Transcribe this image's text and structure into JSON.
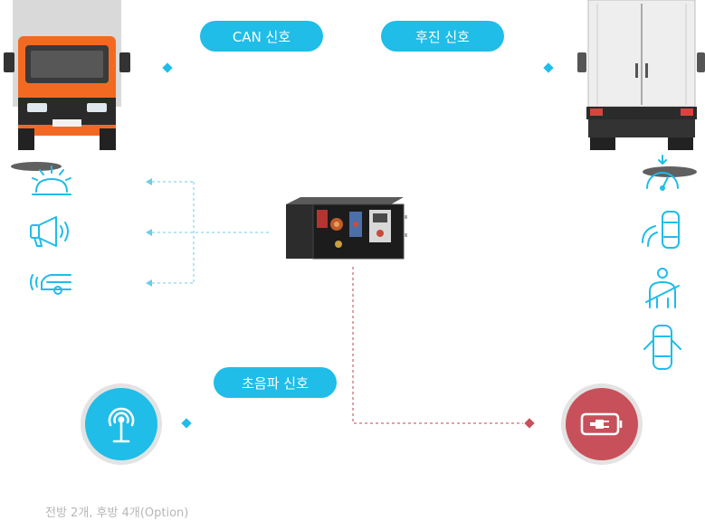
{
  "labels": {
    "can_signal": "CAN 신호",
    "reverse_signal": "후진 신호",
    "ultrasonic_signal": "초음파 신호"
  },
  "caption": "전방 2개, 후방 4개(Option)",
  "colors": {
    "accent": "#1fbde8",
    "power": "#c8505a",
    "power_line": "#b8474f",
    "caption": "#b7b7b7"
  },
  "icons": {
    "left": [
      "alarm-light-icon",
      "megaphone-icon",
      "car-proximity-icon"
    ],
    "right": [
      "speedometer-icon",
      "car-door-icon",
      "seatbelt-icon",
      "car-top-icon"
    ],
    "bottom_left": "ultrasonic-sensor-icon",
    "bottom_right": "power-plug-icon"
  }
}
